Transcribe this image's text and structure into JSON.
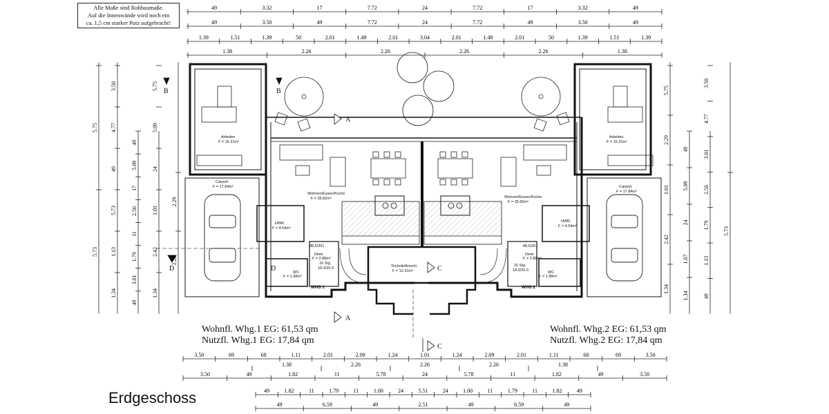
{
  "note": {
    "lines": [
      "Alle Maße sind Rohbaumaße.",
      "Auf die Innenwände wird noch ein",
      "ca. 1,5 cm starker Putz aufgebracht!"
    ]
  },
  "title": "Erdgeschoss",
  "areas": {
    "left_wohn": "Wohnfl. Whg.1  EG:  61,53 qm",
    "left_nutz": "Nutzfl.  Whg.1  EG:  17,84 qm",
    "right_wohn": "Wohnfl. Whg.2  EG:  61,53 qm",
    "right_nutz": "Nutzfl.  Whg.2  EG:  17,84 qm"
  },
  "rooms": {
    "arbeiten": "Arbeiten",
    "arbeiten_area": "F = 16.31m²",
    "carport": "Carport",
    "carport_area": "F = 17.84m²",
    "wohnen": "Wohnen/Essen/Küche",
    "wohnen_area": "F = 35.82m²",
    "hwr": "HWR",
    "hwr_area": "F = 4.54m²",
    "diele": "Diele",
    "diele_area": "F = 2.88m²",
    "wc": "WC",
    "wc_area": "F = 1.98m²",
    "stg": "16 Stg.",
    "stg_area": "18.3/25.0",
    "technik": "Technik/Anschl.",
    "technik_area": "F = 12.31m²",
    "whg1": "WHG 1",
    "whg2": "WHG 2",
    "door1": "88,5/201",
    "door2": "88,5/201"
  },
  "section_marks": {
    "a": "A",
    "b": "B",
    "c": "C",
    "d": "D"
  },
  "top_dims": {
    "row1": [
      "49",
      "3.32",
      "17",
      "7.72",
      "24",
      "7.72",
      "17",
      "3.32",
      "49"
    ],
    "row2": [
      "49",
      "3.50",
      "49",
      "7.72",
      "24",
      "7.72",
      "49",
      "3.50",
      "49"
    ],
    "row3": [
      "1.39",
      "1.51",
      "1.39",
      "50",
      "2.01",
      "1.49",
      "2.01",
      "3.04",
      "2.01",
      "1.49",
      "2.01",
      "50",
      "1.39",
      "1.51",
      "1.39"
    ],
    "row4": [
      "1.38",
      "2.26",
      "2.26",
      "2.26",
      "2.26",
      "1.38"
    ]
  },
  "bottom_dims": {
    "row1": [
      "3.50",
      "69",
      "68",
      "1.11",
      "2.01",
      "2.09",
      "1.24",
      "1.01",
      "1.24",
      "2.09",
      "2.01",
      "1.11",
      "68",
      "69",
      "3.50"
    ],
    "row2": [
      "1.38",
      "2.26",
      "2.26",
      "2.26",
      "1.38"
    ],
    "row3": [
      "3.50",
      "49",
      "1.82",
      "11",
      "5.78",
      "24",
      "5.78",
      "11",
      "1.82",
      "49",
      "3.50"
    ],
    "row4": [
      "49",
      "1.82",
      "11",
      "1.79",
      "11",
      "1.00",
      "24",
      "5.51",
      "24",
      "1.00",
      "11",
      "1.79",
      "11",
      "1.82",
      "49"
    ],
    "row5": [
      "49",
      "6.59",
      "49",
      "2.51",
      "49",
      "6.59",
      "49"
    ]
  },
  "left_dims": {
    "col1": [
      "5.75",
      "5.73"
    ],
    "col2": [
      "3.50",
      "4.77",
      "49",
      "5.73",
      "1.13",
      "1.34"
    ],
    "col3": [
      "49",
      "5.09",
      "17",
      "2.56",
      "11",
      "1.79",
      "3.01",
      "49"
    ],
    "col4": [
      "5.75",
      "5.09",
      "24",
      "1.01",
      "2.42",
      "1.34"
    ],
    "col5": [
      "2.29",
      "2.26"
    ]
  },
  "right_dims": {
    "col1": [
      "5.75",
      "2.29",
      "1.01",
      "2.42",
      "1.34"
    ],
    "col2": [
      "49",
      "5.09",
      "24",
      "1.67",
      "1.34"
    ],
    "col3": [
      "3.50",
      "4.77",
      "3.01",
      "2.56",
      "1.79",
      "1.13",
      "49"
    ],
    "col4": [
      "5.73"
    ]
  }
}
